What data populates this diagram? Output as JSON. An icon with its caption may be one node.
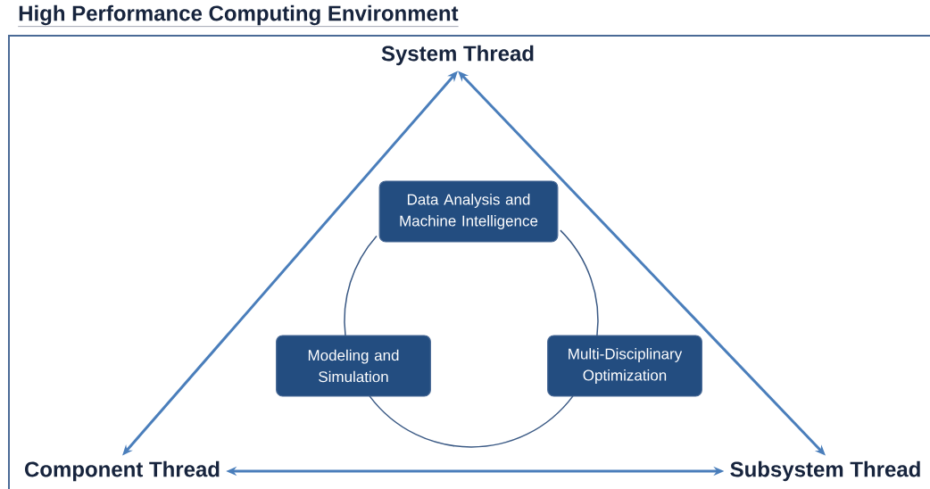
{
  "diagram": {
    "title": "High Performance Computing Environment",
    "nodes": [
      {
        "text": [
          "System Thread"
        ]
      },
      {
        "text": [
          "Component Thread"
        ]
      },
      {
        "text": [
          "Subsystem Thread"
        ]
      },
      {
        "text": [
          "Data Analysis and Machine Intelligence"
        ]
      },
      {
        "text": [
          "Modeling and Simulation"
        ]
      },
      {
        "text": [
          "Multi-Disciplinary Optimization"
        ]
      }
    ],
    "edges": [
      {
        "from": 0,
        "to": 1,
        "arrow": "both"
      },
      {
        "from": 0,
        "to": 2,
        "arrow": "both"
      },
      {
        "from": 1,
        "to": 2,
        "arrow": "both"
      },
      {
        "from": 3,
        "to": 5,
        "arrow": "none",
        "color": "#3b5a85"
      },
      {
        "from": 5,
        "to": 4,
        "arrow": "none",
        "color": "#3b5a85"
      },
      {
        "from": 4,
        "to": 3,
        "arrow": "none",
        "color": "#3b5a85"
      }
    ]
  }
}
